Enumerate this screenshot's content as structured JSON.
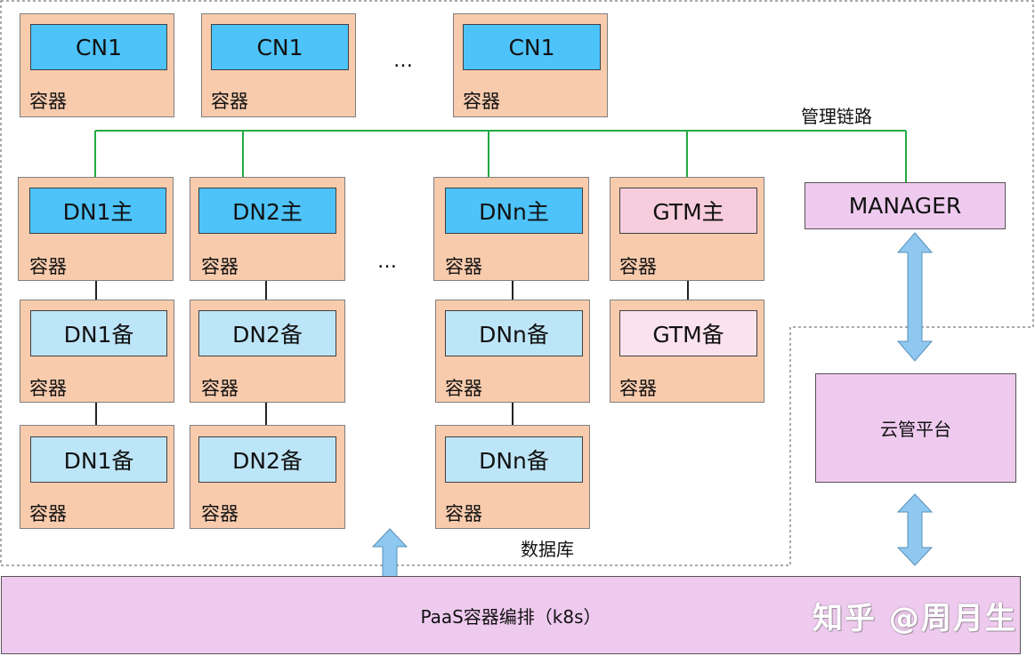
{
  "cn_nodes": [
    {
      "label": "CN1",
      "container": "容器"
    },
    {
      "label": "CN1",
      "container": "容器"
    },
    {
      "label": "CN1",
      "container": "容器"
    }
  ],
  "dn_groups": [
    {
      "primary": "DN1主",
      "standby1": "DN1备",
      "standby2": "DN1备",
      "container": "容器"
    },
    {
      "primary": "DN2主",
      "standby1": "DN2备",
      "standby2": "DN2备",
      "container": "容器"
    },
    {
      "primary": "DNn主",
      "standby1": "DNn备",
      "standby2": "DNn备",
      "container": "容器"
    }
  ],
  "gtm": {
    "primary": "GTM主",
    "standby": "GTM备",
    "container": "容器"
  },
  "ellipsis": "…",
  "management_link_label": "管理链路",
  "manager_label": "MANAGER",
  "cloud_platform_label": "云管平台",
  "database_label": "数据库",
  "paas_label": "PaaS容器编排（k8s）",
  "watermark": "知乎 @周月生",
  "colors": {
    "container_fill": "#f8cbad",
    "primary_fill": "#4dc3fa",
    "standby_fill": "#bde5f8",
    "gtm_primary_fill": "#f7cddd",
    "gtm_standby_fill": "#fbe3ee",
    "platform_fill": "#efcaef",
    "management_line": "#22aa44",
    "arrow_fill": "#8ec8f0"
  }
}
